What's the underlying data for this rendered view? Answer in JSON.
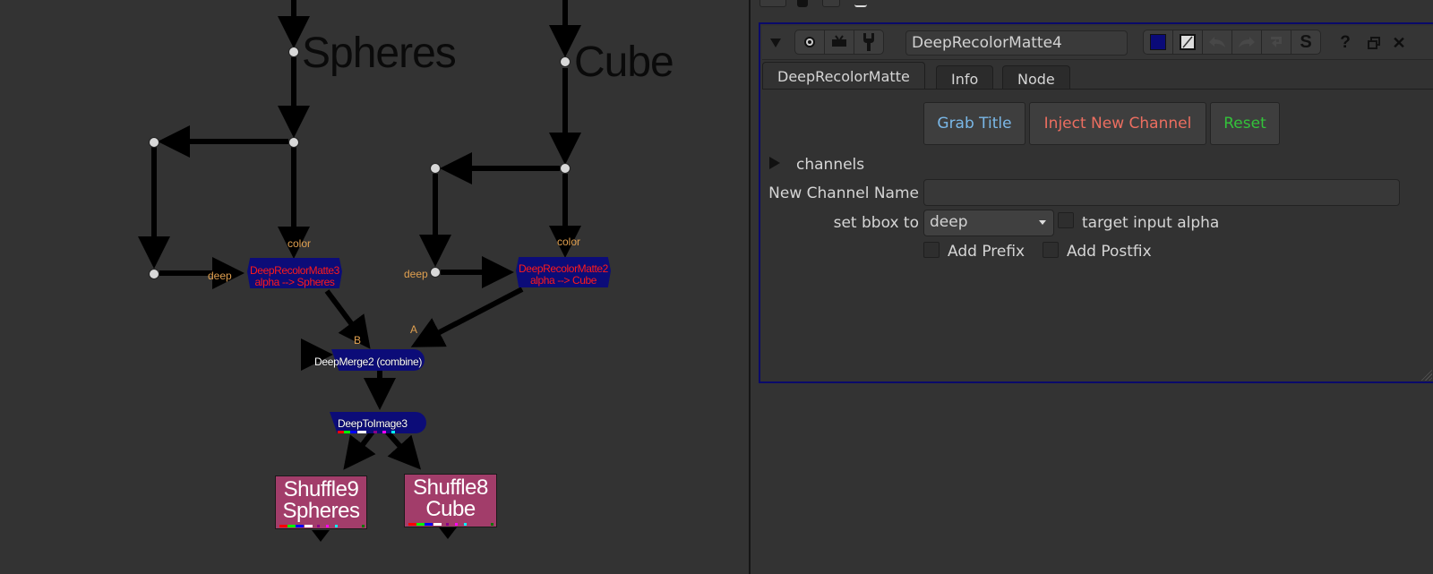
{
  "node_graph": {
    "backdrop_labels": {
      "spheres": "Spheres",
      "cube": "Cube"
    },
    "pins": {
      "color_left": "color",
      "deep_left": "deep",
      "color_right": "color",
      "deep_right": "deep",
      "merge_b": "B",
      "merge_a": "A"
    },
    "nodes": {
      "recolor3": {
        "line1": "DeepRecolorMatte3",
        "line2": "alpha --> Spheres"
      },
      "recolor2": {
        "line1": "DeepRecolorMatte2",
        "line2": "alpha --> Cube"
      },
      "merge": {
        "label": "DeepMerge2 (combine)"
      },
      "toimage": {
        "label": "DeepToImage3"
      },
      "shuffle9": {
        "line1": "Shuffle9",
        "line2": "Spheres"
      },
      "shuffle8": {
        "line1": "Shuffle8",
        "line2": "Cube"
      }
    },
    "colors": {
      "deep_node": "#0c0c78",
      "deep_node_text": "#ff1a1a",
      "shuffle_node": "#a23d6a",
      "pin_label": "#e0a050",
      "background": "#333333"
    }
  },
  "properties": {
    "header": {
      "collapse_icon": "triangle-down-icon",
      "icons": [
        "viewer-circle-icon",
        "tv-icon",
        "wrench-icon"
      ],
      "node_name": "DeepRecolorMatte4",
      "color_swatch": "#0a0a78",
      "right_icons": [
        "color-swatch-icon",
        "reset-color-icon",
        "undo-icon",
        "redo-icon",
        "revert-icon",
        "s-icon"
      ],
      "s_label": "S",
      "help_label": "?",
      "float_icon": "float-icon",
      "close_label": "✕"
    },
    "tabs": [
      {
        "label": "DeepRecolorMatte",
        "active": true
      },
      {
        "label": "Info",
        "active": false
      },
      {
        "label": "Node",
        "active": false
      }
    ],
    "buttons": {
      "grab_title": {
        "label": "Grab Title",
        "color": "#7ab8e8"
      },
      "inject_channel": {
        "label": "Inject New Channel",
        "color": "#ec6e60"
      },
      "reset": {
        "label": "Reset",
        "color": "#33c23a"
      }
    },
    "knobs": {
      "channels_label": "channels",
      "new_channel_name_label": "New Channel Name",
      "new_channel_name_value": "",
      "set_bbox_label": "set bbox to",
      "set_bbox_value": "deep",
      "target_input_alpha_label": "target input alpha",
      "target_input_alpha_checked": false,
      "add_prefix_label": "Add Prefix",
      "add_prefix_checked": false,
      "add_postfix_label": "Add Postfix",
      "add_postfix_checked": false
    }
  }
}
